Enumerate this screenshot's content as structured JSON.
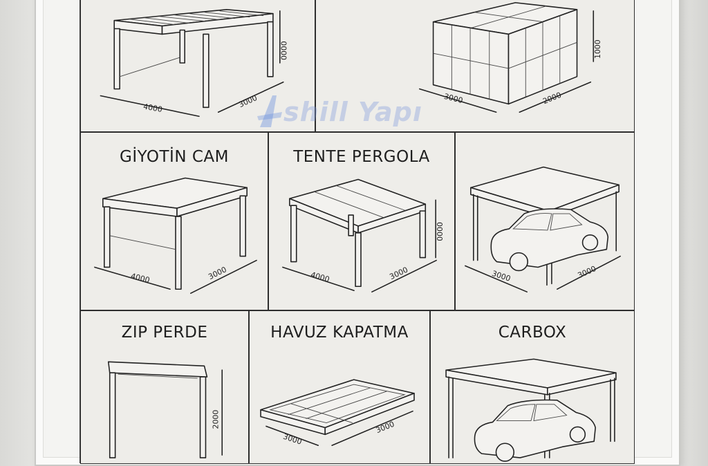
{
  "watermark": {
    "text": "shill Yapı",
    "letter": "A"
  },
  "panels": {
    "top_left": {
      "dim_width": "4000",
      "dim_depth": "3000",
      "dim_height": "0000"
    },
    "top_right": {
      "dim_width": "3000",
      "dim_depth": "2000",
      "dim_height": "1000"
    },
    "giyotin": {
      "title": "GİYOTİN CAM",
      "dim_width": "4000",
      "dim_depth": "3000"
    },
    "tente": {
      "title": "TENTE PERGOLA",
      "dim_width": "4000",
      "dim_depth": "3000",
      "dim_height": "0000"
    },
    "carport": {
      "dim_width": "3000",
      "dim_depth": "3000"
    },
    "zip": {
      "title": "ZIP PERDE",
      "dim_height": "2000"
    },
    "havuz": {
      "title": "HAVUZ KAPATMA",
      "dim_width": "3000",
      "dim_depth": "3000"
    },
    "carbox": {
      "title": "CARBOX"
    }
  }
}
